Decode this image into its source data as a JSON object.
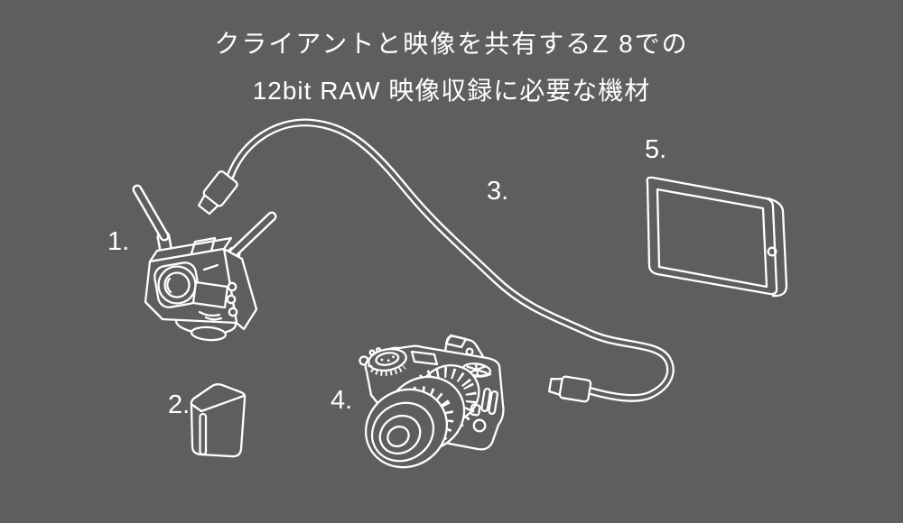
{
  "meta": {
    "background_color": "#5E5E5E",
    "line_color": "#FFFFFF"
  },
  "title": {
    "line1": "クライアントと映像を共有するZ 8での",
    "line2": "12bit RAW 映像収録に必要な機材"
  },
  "items": [
    {
      "number": "1.",
      "name": "wireless-video-transmitter"
    },
    {
      "number": "2.",
      "name": "battery"
    },
    {
      "number": "3.",
      "name": "hdmi-cable"
    },
    {
      "number": "4.",
      "name": "camera-z8"
    },
    {
      "number": "5.",
      "name": "tablet"
    }
  ]
}
